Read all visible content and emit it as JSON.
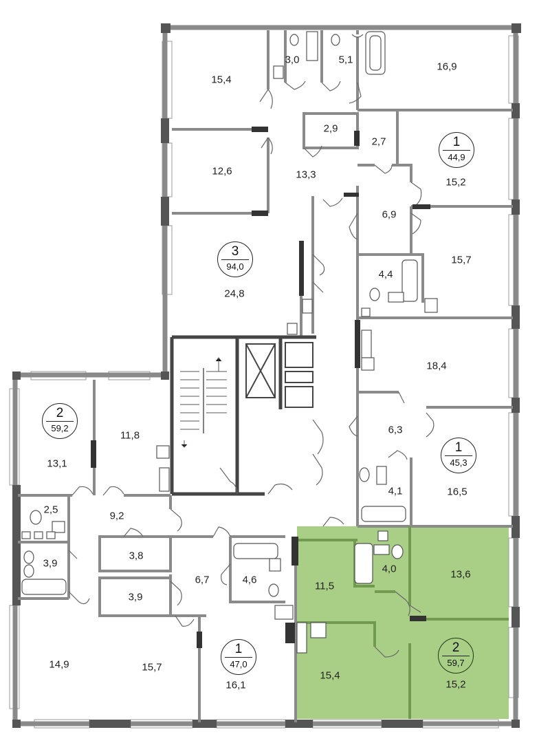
{
  "accent_color": "#a9cf86",
  "wall_color": "#8a8a8a",
  "rooms": [
    {
      "id": "r1",
      "area": "15,4"
    },
    {
      "id": "r2",
      "area": "3,0"
    },
    {
      "id": "r3",
      "area": "5,1"
    },
    {
      "id": "r4",
      "area": "16,9"
    },
    {
      "id": "r5",
      "area": "2,9"
    },
    {
      "id": "r6",
      "area": "2,7"
    },
    {
      "id": "r7",
      "area": "12,6"
    },
    {
      "id": "r8",
      "area": "13,3"
    },
    {
      "id": "r9",
      "area": "15,2"
    },
    {
      "id": "r10",
      "area": "6,9"
    },
    {
      "id": "r11",
      "area": "15,7"
    },
    {
      "id": "r12",
      "area": "4,4"
    },
    {
      "id": "r13",
      "area": "24,8"
    },
    {
      "id": "r14",
      "area": "18,4"
    },
    {
      "id": "r15",
      "area": "11,8"
    },
    {
      "id": "r16",
      "area": "6,3"
    },
    {
      "id": "r17",
      "area": "13,1"
    },
    {
      "id": "r18",
      "area": "4,1"
    },
    {
      "id": "r19",
      "area": "16,5"
    },
    {
      "id": "r20",
      "area": "2,5"
    },
    {
      "id": "r21",
      "area": "9,2"
    },
    {
      "id": "r22",
      "area": "3,8"
    },
    {
      "id": "r23",
      "area": "3,9"
    },
    {
      "id": "r24",
      "area": "6,7"
    },
    {
      "id": "r25",
      "area": "4,6"
    },
    {
      "id": "r26",
      "area": "11,5"
    },
    {
      "id": "r27",
      "area": "4,0"
    },
    {
      "id": "r28",
      "area": "13,6"
    },
    {
      "id": "r29",
      "area": "3,9"
    },
    {
      "id": "r30",
      "area": "14,9"
    },
    {
      "id": "r31",
      "area": "15,7"
    },
    {
      "id": "r32",
      "area": "16,1"
    },
    {
      "id": "r33",
      "area": "15,4"
    },
    {
      "id": "r34",
      "area": "15,2"
    }
  ],
  "apartments": [
    {
      "id": "a3",
      "rooms": "3",
      "total": "94,0",
      "highlight": false
    },
    {
      "id": "a1top",
      "rooms": "1",
      "total": "44,9",
      "highlight": false
    },
    {
      "id": "a2left",
      "rooms": "2",
      "total": "59,2",
      "highlight": false
    },
    {
      "id": "a1mid",
      "rooms": "1",
      "total": "45,3",
      "highlight": false
    },
    {
      "id": "a1bot",
      "rooms": "1",
      "total": "47,0",
      "highlight": false
    },
    {
      "id": "a2sel",
      "rooms": "2",
      "total": "59,7",
      "highlight": true
    }
  ]
}
